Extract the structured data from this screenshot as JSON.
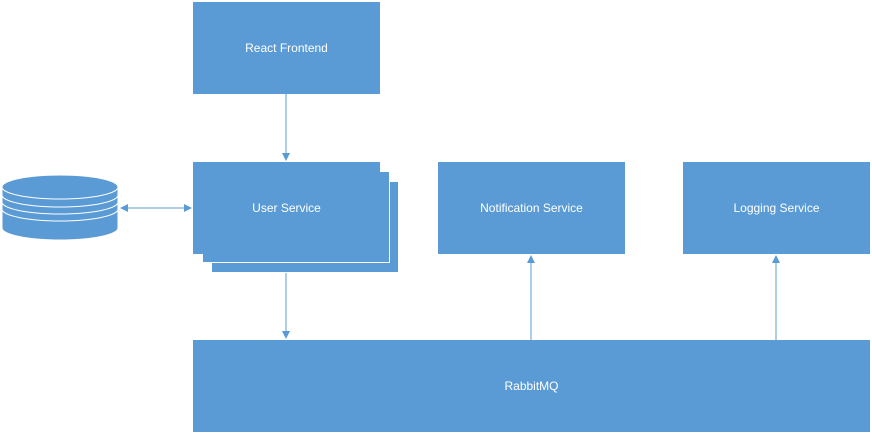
{
  "nodes": {
    "react_frontend": "React Frontend",
    "user_service": "User Service",
    "notification_service": "Notification Service",
    "logging_service": "Logging Service",
    "rabbitmq": "RabbitMQ"
  },
  "colors": {
    "box_fill": "#5b9bd5",
    "connector": "#5b9bd5",
    "text": "#ffffff"
  },
  "edges": [
    {
      "from": "react_frontend",
      "to": "user_service",
      "direction": "forward"
    },
    {
      "from": "database",
      "to": "user_service",
      "direction": "both"
    },
    {
      "from": "user_service",
      "to": "rabbitmq",
      "direction": "forward"
    },
    {
      "from": "rabbitmq",
      "to": "notification_service",
      "direction": "forward"
    },
    {
      "from": "rabbitmq",
      "to": "logging_service",
      "direction": "forward"
    }
  ]
}
